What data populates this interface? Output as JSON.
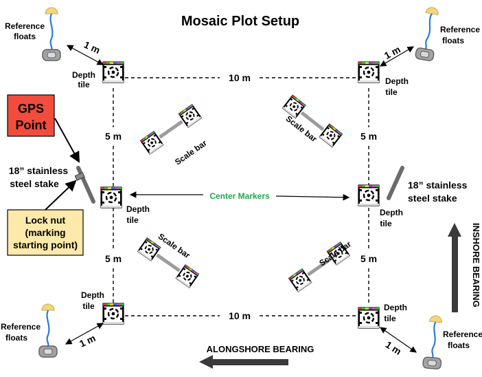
{
  "title": "Mosaic Plot Setup",
  "labels": {
    "distance_10m": "10 m",
    "distance_5m": "5 m",
    "distance_1m": "1 m",
    "depth_word": "Depth",
    "tile_word": "tile",
    "reference_word": "Reference",
    "floats_word": "floats",
    "scale_bar": "Scale bar",
    "center_markers": "Center Markers",
    "gps_line1": "GPS",
    "gps_line2": "Point",
    "stake_line1": "18” stainless",
    "stake_line2": "steel stake",
    "locknut_line1": "Lock nut",
    "locknut_line2": "(marking",
    "locknut_line3": "starting point)",
    "inshore_bearing": "INSHORE BEARING",
    "alongshore_bearing": "ALONGSHORE BEARING"
  },
  "colors": {
    "gps_box": "#f24c3d",
    "locknut_box": "#fde9a9",
    "center_markers_text": "#1faa4b",
    "float_yellow": "#f5d67a",
    "rope_blue": "#2a7bd4",
    "weight_grey": "#9a9a9a",
    "stake_grey": "#6b6b6b"
  }
}
